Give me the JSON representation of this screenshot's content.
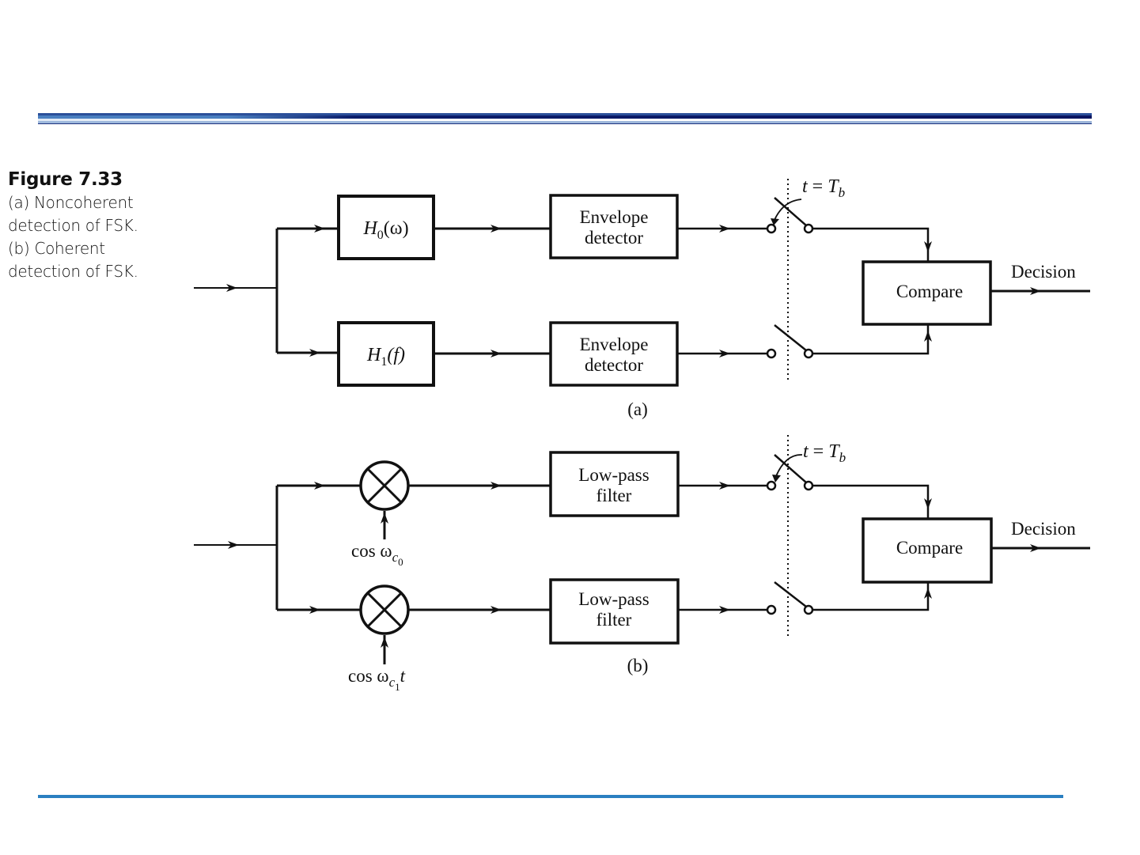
{
  "caption": {
    "title": "Figure 7.33",
    "lines": [
      "(a) Noncoherent",
      "detection of FSK.",
      "(b) Coherent",
      "detection of FSK."
    ]
  },
  "diagram_a": {
    "label": "(a)",
    "filter_top": {
      "main": "H",
      "sub": "0",
      "arg": "(ω)"
    },
    "filter_bottom": {
      "main": "H",
      "sub": "1",
      "arg": "(f)"
    },
    "detector_top": [
      "Envelope",
      "detector"
    ],
    "detector_bottom": [
      "Envelope",
      "detector"
    ],
    "sampling": {
      "t": "t",
      "eq": " = ",
      "T": "T",
      "sub": "b"
    },
    "compare": "Compare",
    "output": "Decision"
  },
  "diagram_b": {
    "label": "(b)",
    "osc_top": {
      "cos": "cos ",
      "omega": "ω",
      "sub": "c",
      "subsub": "0",
      "t": ""
    },
    "osc_bottom": {
      "cos": "cos ",
      "omega": "ω",
      "sub": "c",
      "subsub": "1",
      "t": "t"
    },
    "filter_top": [
      "Low-pass",
      "filter"
    ],
    "filter_bottom": [
      "Low-pass",
      "filter"
    ],
    "sampling": {
      "t": "t",
      "eq": " = ",
      "T": "T",
      "sub": "b"
    },
    "compare": "Compare",
    "output": "Decision"
  },
  "colors": {
    "header_dark": "#0a1560",
    "header_light": "#4a7fc0",
    "footer": "#2a7fc1",
    "ink": "#111111"
  }
}
